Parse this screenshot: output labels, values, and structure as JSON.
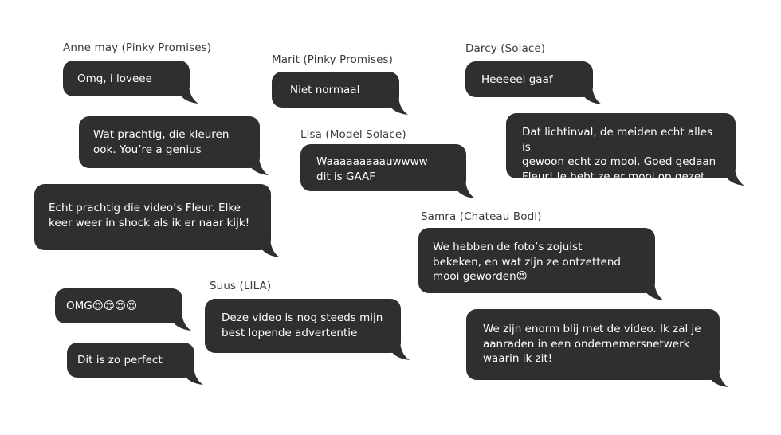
{
  "names": {
    "anne": "Anne may (Pinky Promises)",
    "marit": "Marit (Pinky Promises)",
    "darcy": "Darcy (Solace)",
    "lisa": "Lisa (Model Solace)",
    "samra": "Samra (Chateau Bodi)",
    "suus": "Suus (LILA)"
  },
  "messages": {
    "anne_1": "Omg, i loveee",
    "anne_2": "Wat prachtig, die kleuren\nook. You’re a genius",
    "anne_3": "Echt prachtig die video’s Fleur. Elke\nkeer weer in shock als ik er naar kijk!",
    "omg": "OMG😍😍😍😍",
    "perfect": "Dit is zo perfect",
    "marit_1": "Niet normaal",
    "lisa_1": "Waaaaaaaaauwwww\ndit is GAAF",
    "suus_1": "Deze video is nog steeds mijn\nbest lopende advertentie",
    "darcy_1": "Heeeeel gaaf",
    "darcy_2": "Dat lichtinval, de meiden echt alles is\ngewoon echt zo mooi. Goed gedaan\nFleur! Je hebt ze er mooi op gezet",
    "samra_1": "We hebben de foto’s zojuist\nbekeken, en wat zijn ze ontzettend\nmooi geworden😍",
    "samra_2": "We zijn enorm blij met de video. Ik zal je\naanraden in een ondernemersnetwerk\nwaarin ik zit!"
  },
  "colors": {
    "bubble": "#2f2f2f",
    "bubble_text": "#ffffff",
    "name_text": "#3a3a3a",
    "background": "#ffffff"
  }
}
